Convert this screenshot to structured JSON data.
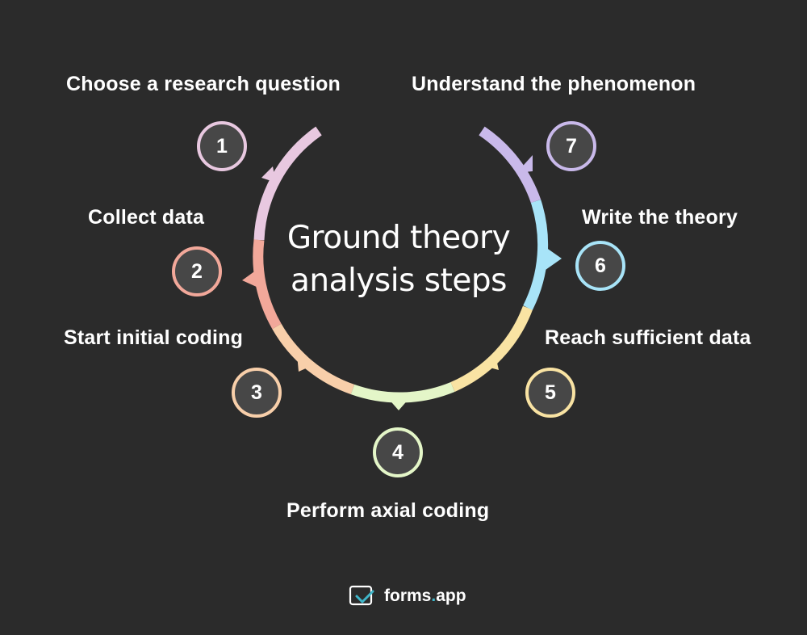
{
  "title": "Ground theory analysis steps",
  "title_lines": [
    "Ground theory",
    "analysis steps"
  ],
  "steps": [
    {
      "number": "1",
      "label": "Choose a research question",
      "color": "#E8C8E0"
    },
    {
      "number": "2",
      "label": "Collect data",
      "color": "#F2A89A"
    },
    {
      "number": "3",
      "label": "Start initial coding",
      "color": "#F8CFAA"
    },
    {
      "number": "4",
      "label": "Perform axial coding",
      "color": "#E4F6C8"
    },
    {
      "number": "5",
      "label": "Reach sufficient data",
      "color": "#F9E3A3"
    },
    {
      "number": "6",
      "label": "Write the theory",
      "color": "#A8E4F8"
    },
    {
      "number": "7",
      "label": "Understand the phenomenon",
      "color": "#C9B9EA"
    }
  ],
  "brand": {
    "name": "forms",
    "tld": "app",
    "separator": ".",
    "accent": "#3fb6c9"
  },
  "colors": {
    "background": "#2b2b2b",
    "badge_fill": "#474747",
    "text": "#ffffff"
  }
}
